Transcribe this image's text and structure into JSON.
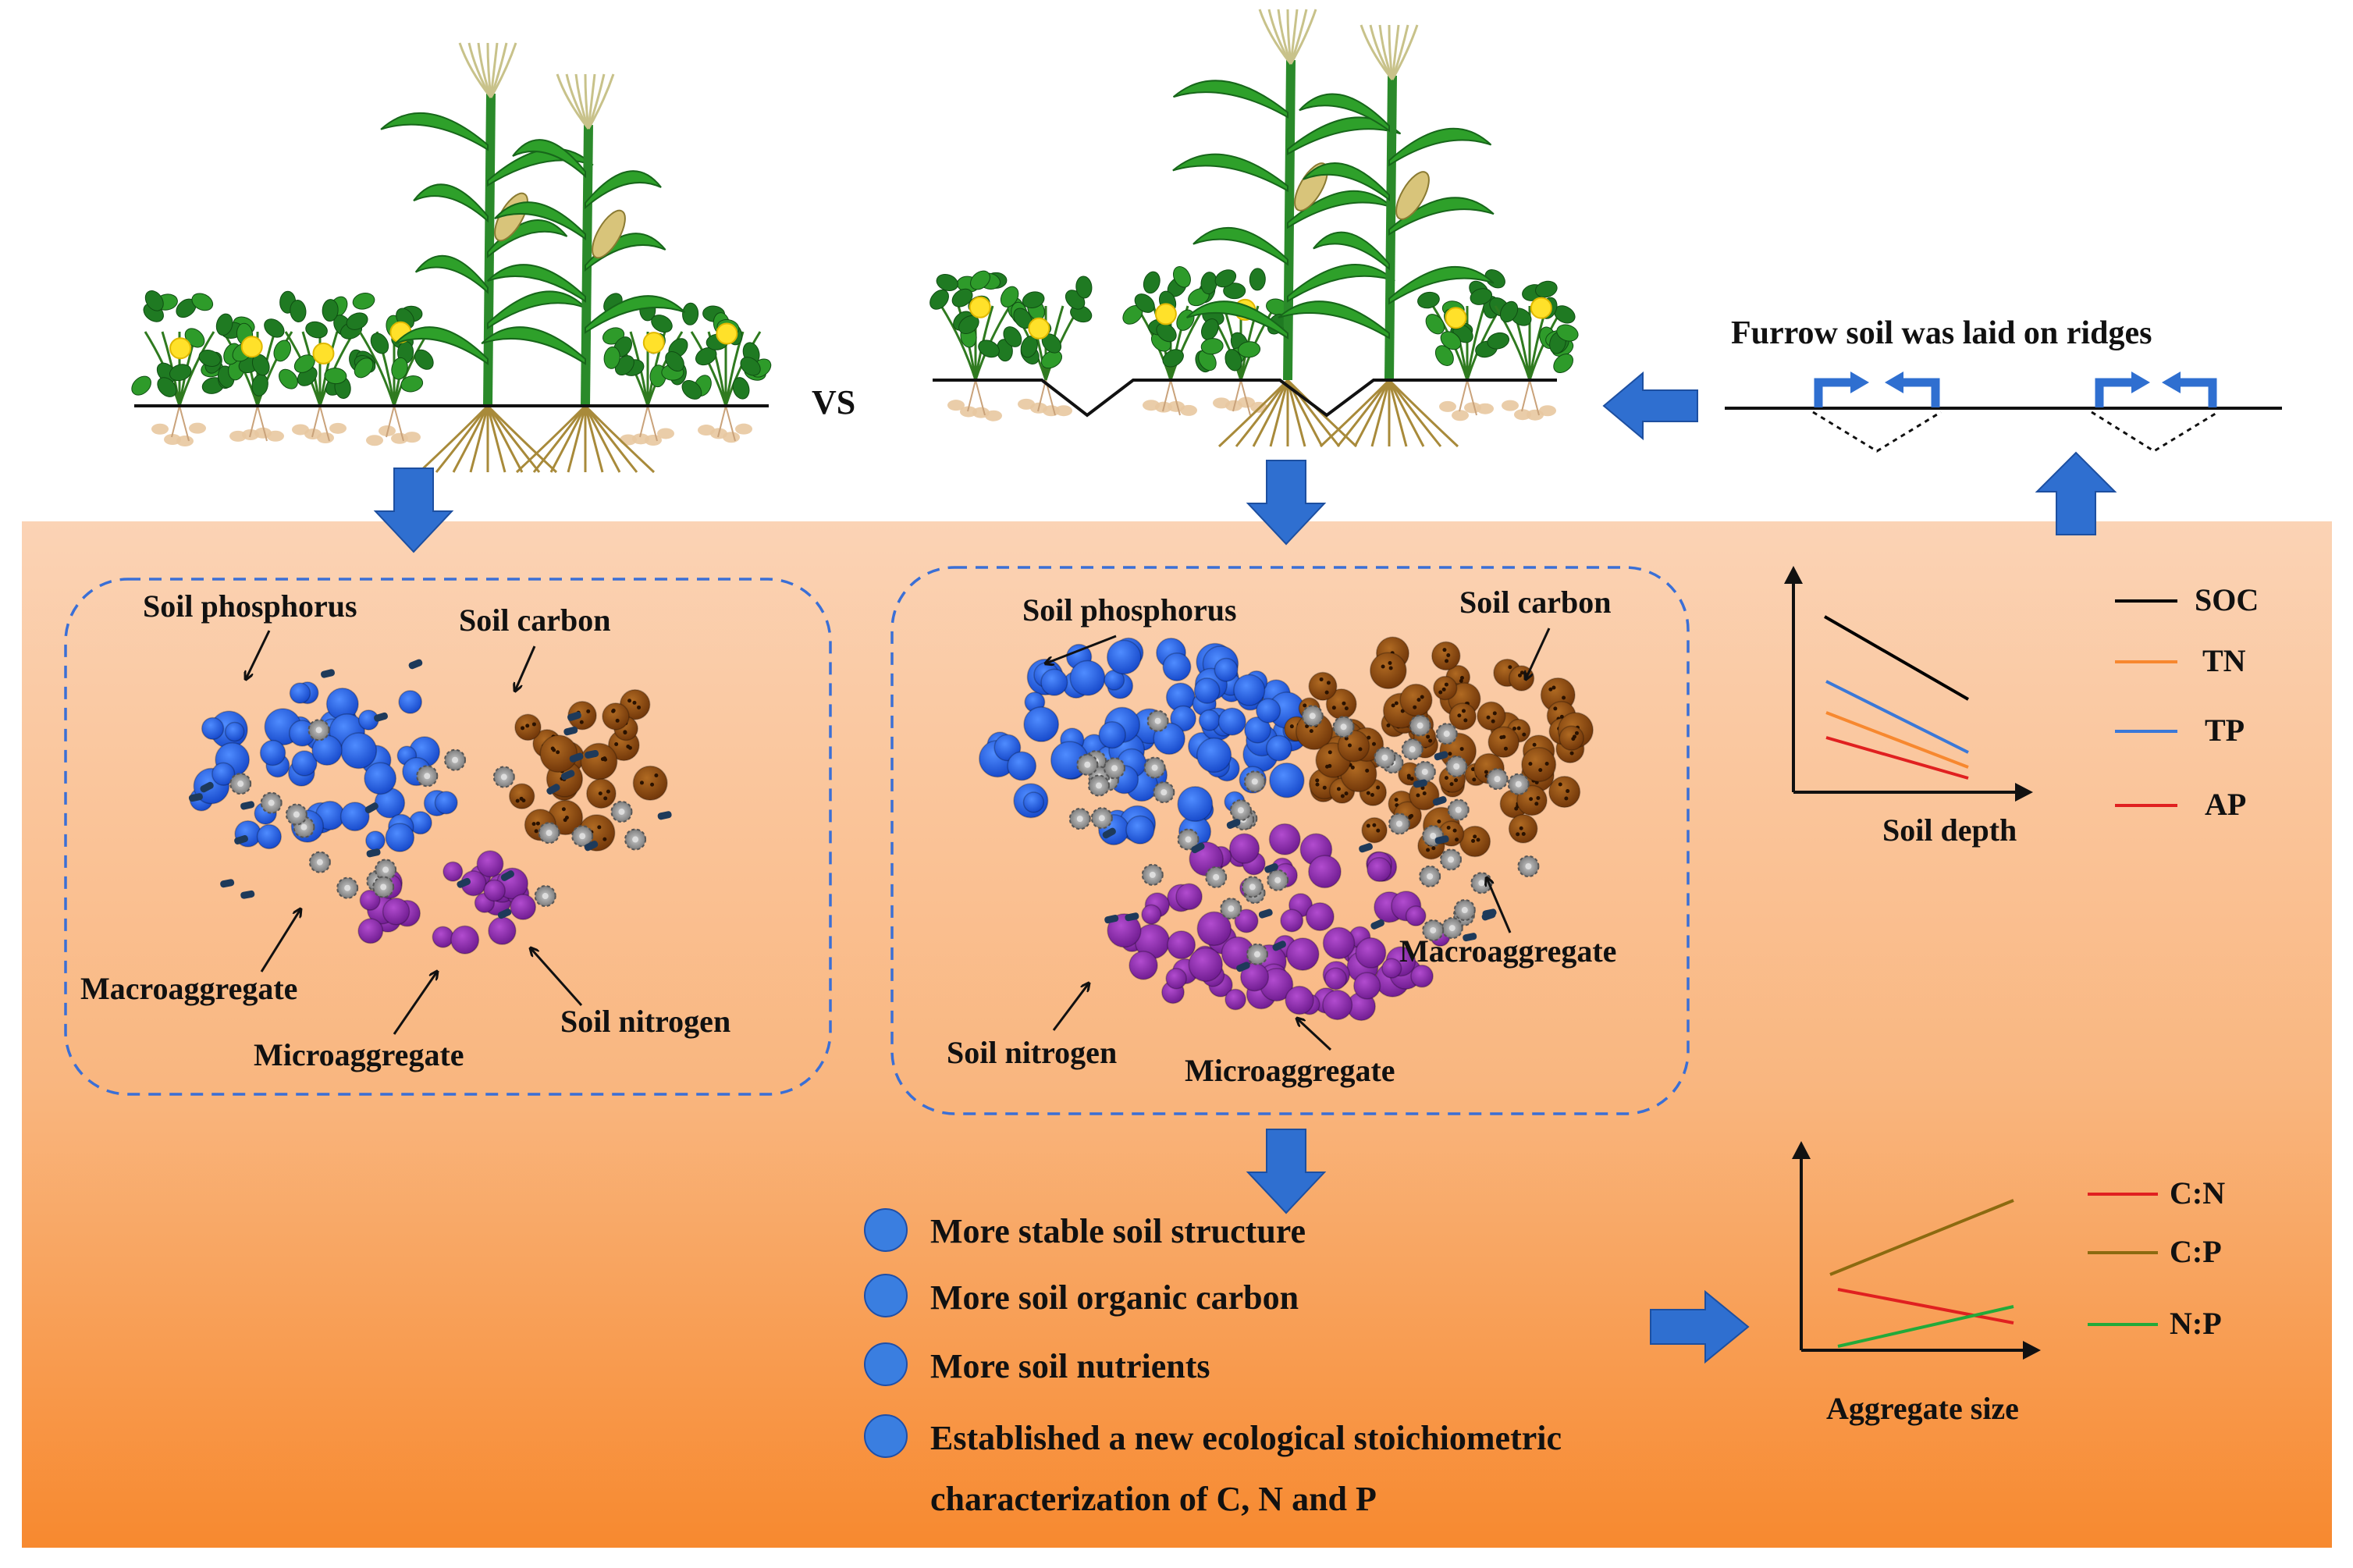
{
  "top": {
    "vs_label": "VS",
    "ridge_caption": "Furrow soil was laid on ridges"
  },
  "left_box": {
    "phosphorus": "Soil phosphorus",
    "carbon": "Soil carbon",
    "macroaggregate": "Macroaggregate",
    "microaggregate": "Microaggregate",
    "nitrogen": "Soil nitrogen"
  },
  "mid_box": {
    "phosphorus": "Soil phosphorus",
    "carbon": "Soil carbon",
    "macroaggregate": "Macroaggregate",
    "microaggregate": "Microaggregate",
    "nitrogen": "Soil nitrogen"
  },
  "depth_chart": {
    "xlabel": "Soil depth",
    "legend": [
      {
        "name": "SOC",
        "color": "#000000"
      },
      {
        "name": "TN",
        "color": "#f7882f"
      },
      {
        "name": "TP",
        "color": "#3a78d8"
      },
      {
        "name": "AP",
        "color": "#e02020"
      }
    ]
  },
  "size_chart": {
    "xlabel": "Aggregate size",
    "legend": [
      {
        "name": "C:N",
        "color": "#e02020"
      },
      {
        "name": "C:P",
        "color": "#8b6a10"
      },
      {
        "name": "N:P",
        "color": "#22aa3a"
      }
    ]
  },
  "conclusions": [
    "More stable soil structure",
    "More soil organic carbon",
    "More soil nutrients",
    "Established a new ecological stoichiometric",
    "characterization of C, N and P"
  ],
  "colors": {
    "arrow": "#2f6fd0",
    "phosphorus": "#1c5fe0",
    "carbon": "#8a4a12",
    "nitrogen": "#8a2aa6",
    "macroaggregate": "#8a8a8a",
    "microaggregate": "#1e3a5a"
  }
}
